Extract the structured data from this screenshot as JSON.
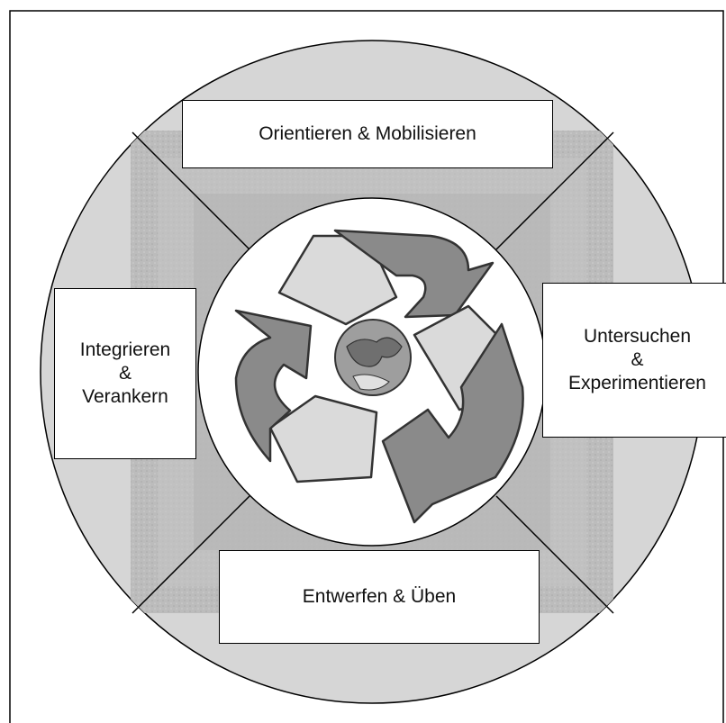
{
  "diagram": {
    "phases": {
      "top": "Orientieren & Mobilisieren",
      "right": {
        "line1": "Untersuchen",
        "line2": "&",
        "line3": "Experimentieren"
      },
      "bottom": "Entwerfen & Üben",
      "left": {
        "line1": "Integrieren",
        "line2": "&",
        "line3": "Verankern"
      }
    },
    "center_icon": "recycle-globe-icon",
    "colors": {
      "ring": "#d6d6d6",
      "inner_square": "#bdbdbd",
      "arrow_dark": "#8a8a8a",
      "arrow_light": "#dadada",
      "outline": "#000000"
    }
  }
}
